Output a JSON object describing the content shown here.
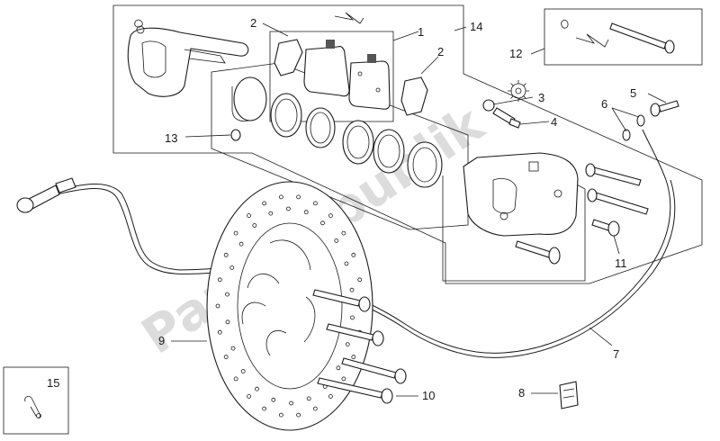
{
  "diagram": {
    "watermark": "PartsRepublik",
    "callouts": [
      {
        "id": "c1",
        "text": "1"
      },
      {
        "id": "c2a",
        "text": "2"
      },
      {
        "id": "c2b",
        "text": "2"
      },
      {
        "id": "c3",
        "text": "3"
      },
      {
        "id": "c4",
        "text": "4"
      },
      {
        "id": "c5",
        "text": "5"
      },
      {
        "id": "c6",
        "text": "6"
      },
      {
        "id": "c7",
        "text": "7"
      },
      {
        "id": "c8",
        "text": "8"
      },
      {
        "id": "c9",
        "text": "9"
      },
      {
        "id": "c10",
        "text": "10"
      },
      {
        "id": "c11",
        "text": "11"
      },
      {
        "id": "c12",
        "text": "12"
      },
      {
        "id": "c13",
        "text": "13"
      },
      {
        "id": "c14",
        "text": "14"
      },
      {
        "id": "c15",
        "text": "15"
      }
    ],
    "icons": [
      "gear-icon",
      "pin-icon",
      "clip-icon"
    ],
    "colors": {
      "line": "#1a1a1a",
      "watermark": "#d6d6d6",
      "background": "#ffffff"
    }
  }
}
